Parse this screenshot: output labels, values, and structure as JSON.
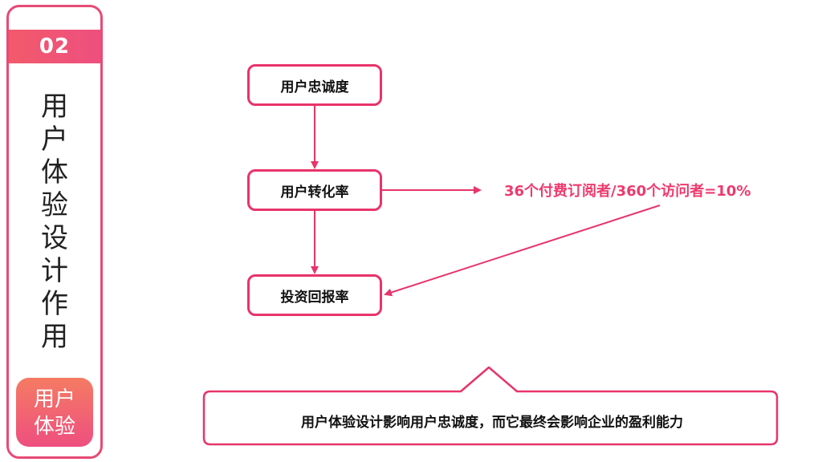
{
  "sidebar": {
    "number": "02",
    "title_chars": [
      "用",
      "户",
      "体",
      "验",
      "设",
      "计",
      "作",
      "用"
    ],
    "tag_lines": [
      "用户",
      "体验"
    ]
  },
  "diagram": {
    "nodes": {
      "loyalty": "用户忠诚度",
      "conversion": "用户转化率",
      "roi": "投资回报率"
    },
    "formula": "36个付费订阅者/360个访问者=10%",
    "summary": "用户体验设计影响用户忠诚度，而它最终会影响企业的盈利能力"
  },
  "colors": {
    "accent": "#e8346b",
    "gradient_start": "#f57b63",
    "gradient_end": "#ee4f7f",
    "formula_text": "#ee3a6e"
  }
}
